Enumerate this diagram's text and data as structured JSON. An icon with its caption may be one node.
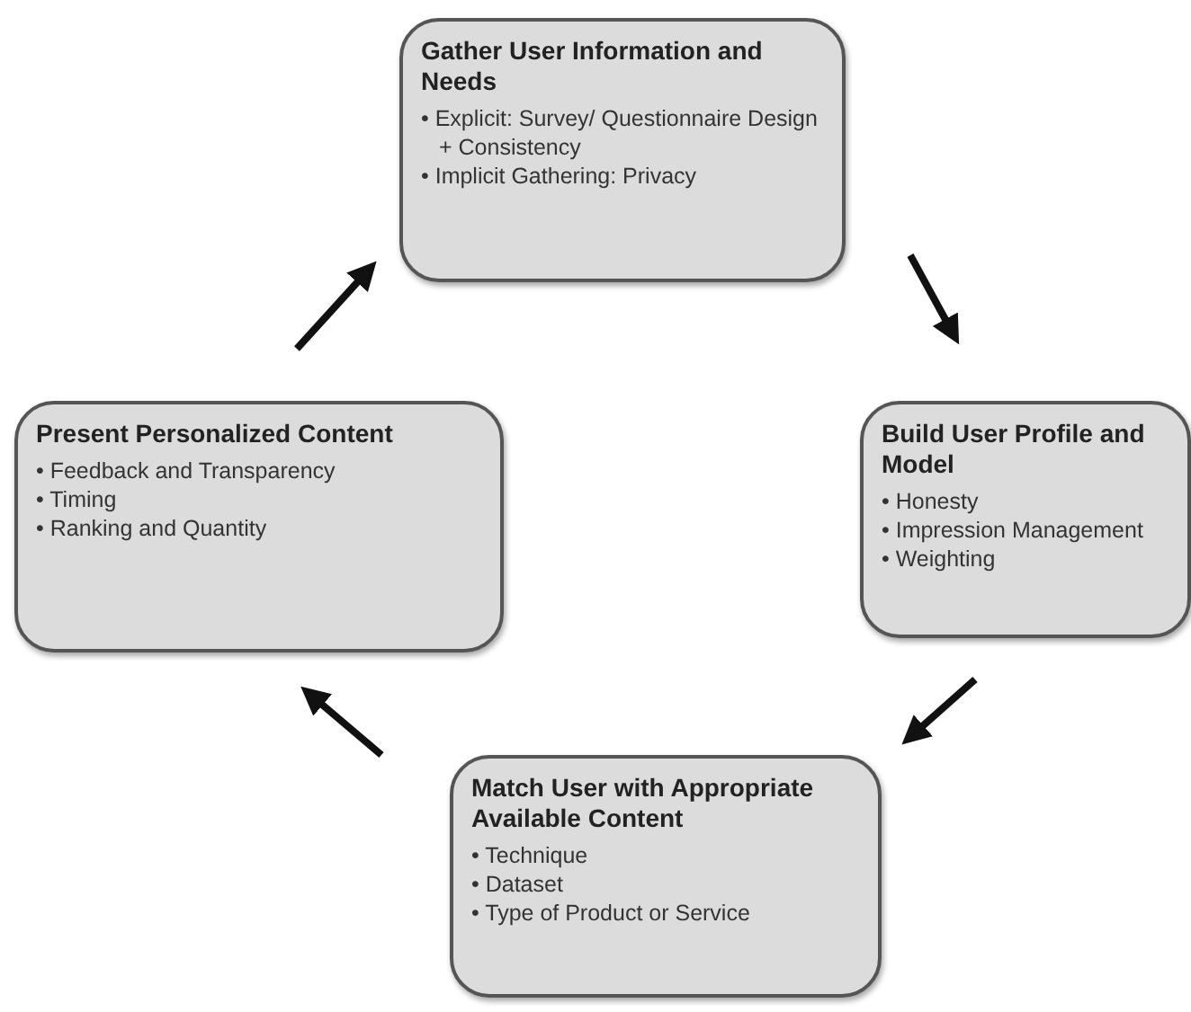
{
  "diagram": {
    "nodes": [
      {
        "text": [
          "Gather User Information and Needs",
          "• Explicit: Survey/ Questionnaire Design + Consistency",
          "• Implicit Gathering: Privacy"
        ]
      },
      {
        "text": [
          "Build User Profile and Model",
          "• Honesty",
          "• Impression Management",
          "• Weighting"
        ]
      },
      {
        "text": [
          "Match User with Appropriate Available Content",
          "• Technique",
          "• Dataset",
          "• Type of Product or Service"
        ]
      },
      {
        "text": [
          "Present Personalized Content",
          "• Feedback and Transparency",
          "• Timing",
          "• Ranking and Quantity"
        ]
      }
    ],
    "edges": [
      {
        "from": 0,
        "to": 1,
        "arrow": "to"
      },
      {
        "from": 1,
        "to": 2,
        "arrow": "to"
      },
      {
        "from": 2,
        "to": 3,
        "arrow": "to"
      },
      {
        "from": 3,
        "to": 0,
        "arrow": "to"
      }
    ]
  }
}
